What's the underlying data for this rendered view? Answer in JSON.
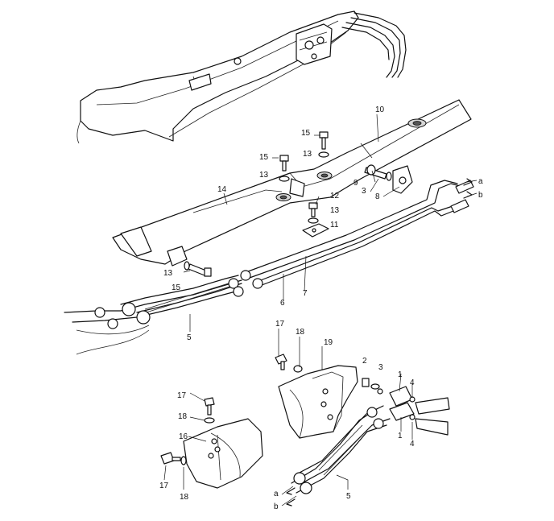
{
  "callouts": {
    "c10": "10",
    "c15a": "15",
    "c13a": "13",
    "c15b": "15",
    "c13b": "13",
    "c9": "9",
    "c3a": "3",
    "c8": "8",
    "ca_top": "a",
    "cb_top": "b",
    "c14": "14",
    "c12": "12",
    "c13c": "13",
    "c11": "11",
    "c13d": "13",
    "c15c": "15",
    "c7": "7",
    "c6": "6",
    "c5a": "5",
    "c17a": "17",
    "c18a": "18",
    "c19": "19",
    "c2": "2",
    "c3b": "3",
    "c1a": "1",
    "c4a": "4",
    "c1b": "1",
    "c4b": "4",
    "c17b": "17",
    "c18b": "18",
    "c16": "16",
    "c17c": "17",
    "c18c": "18",
    "ca_bot": "a",
    "cb_bot": "b",
    "c5b": "5"
  }
}
